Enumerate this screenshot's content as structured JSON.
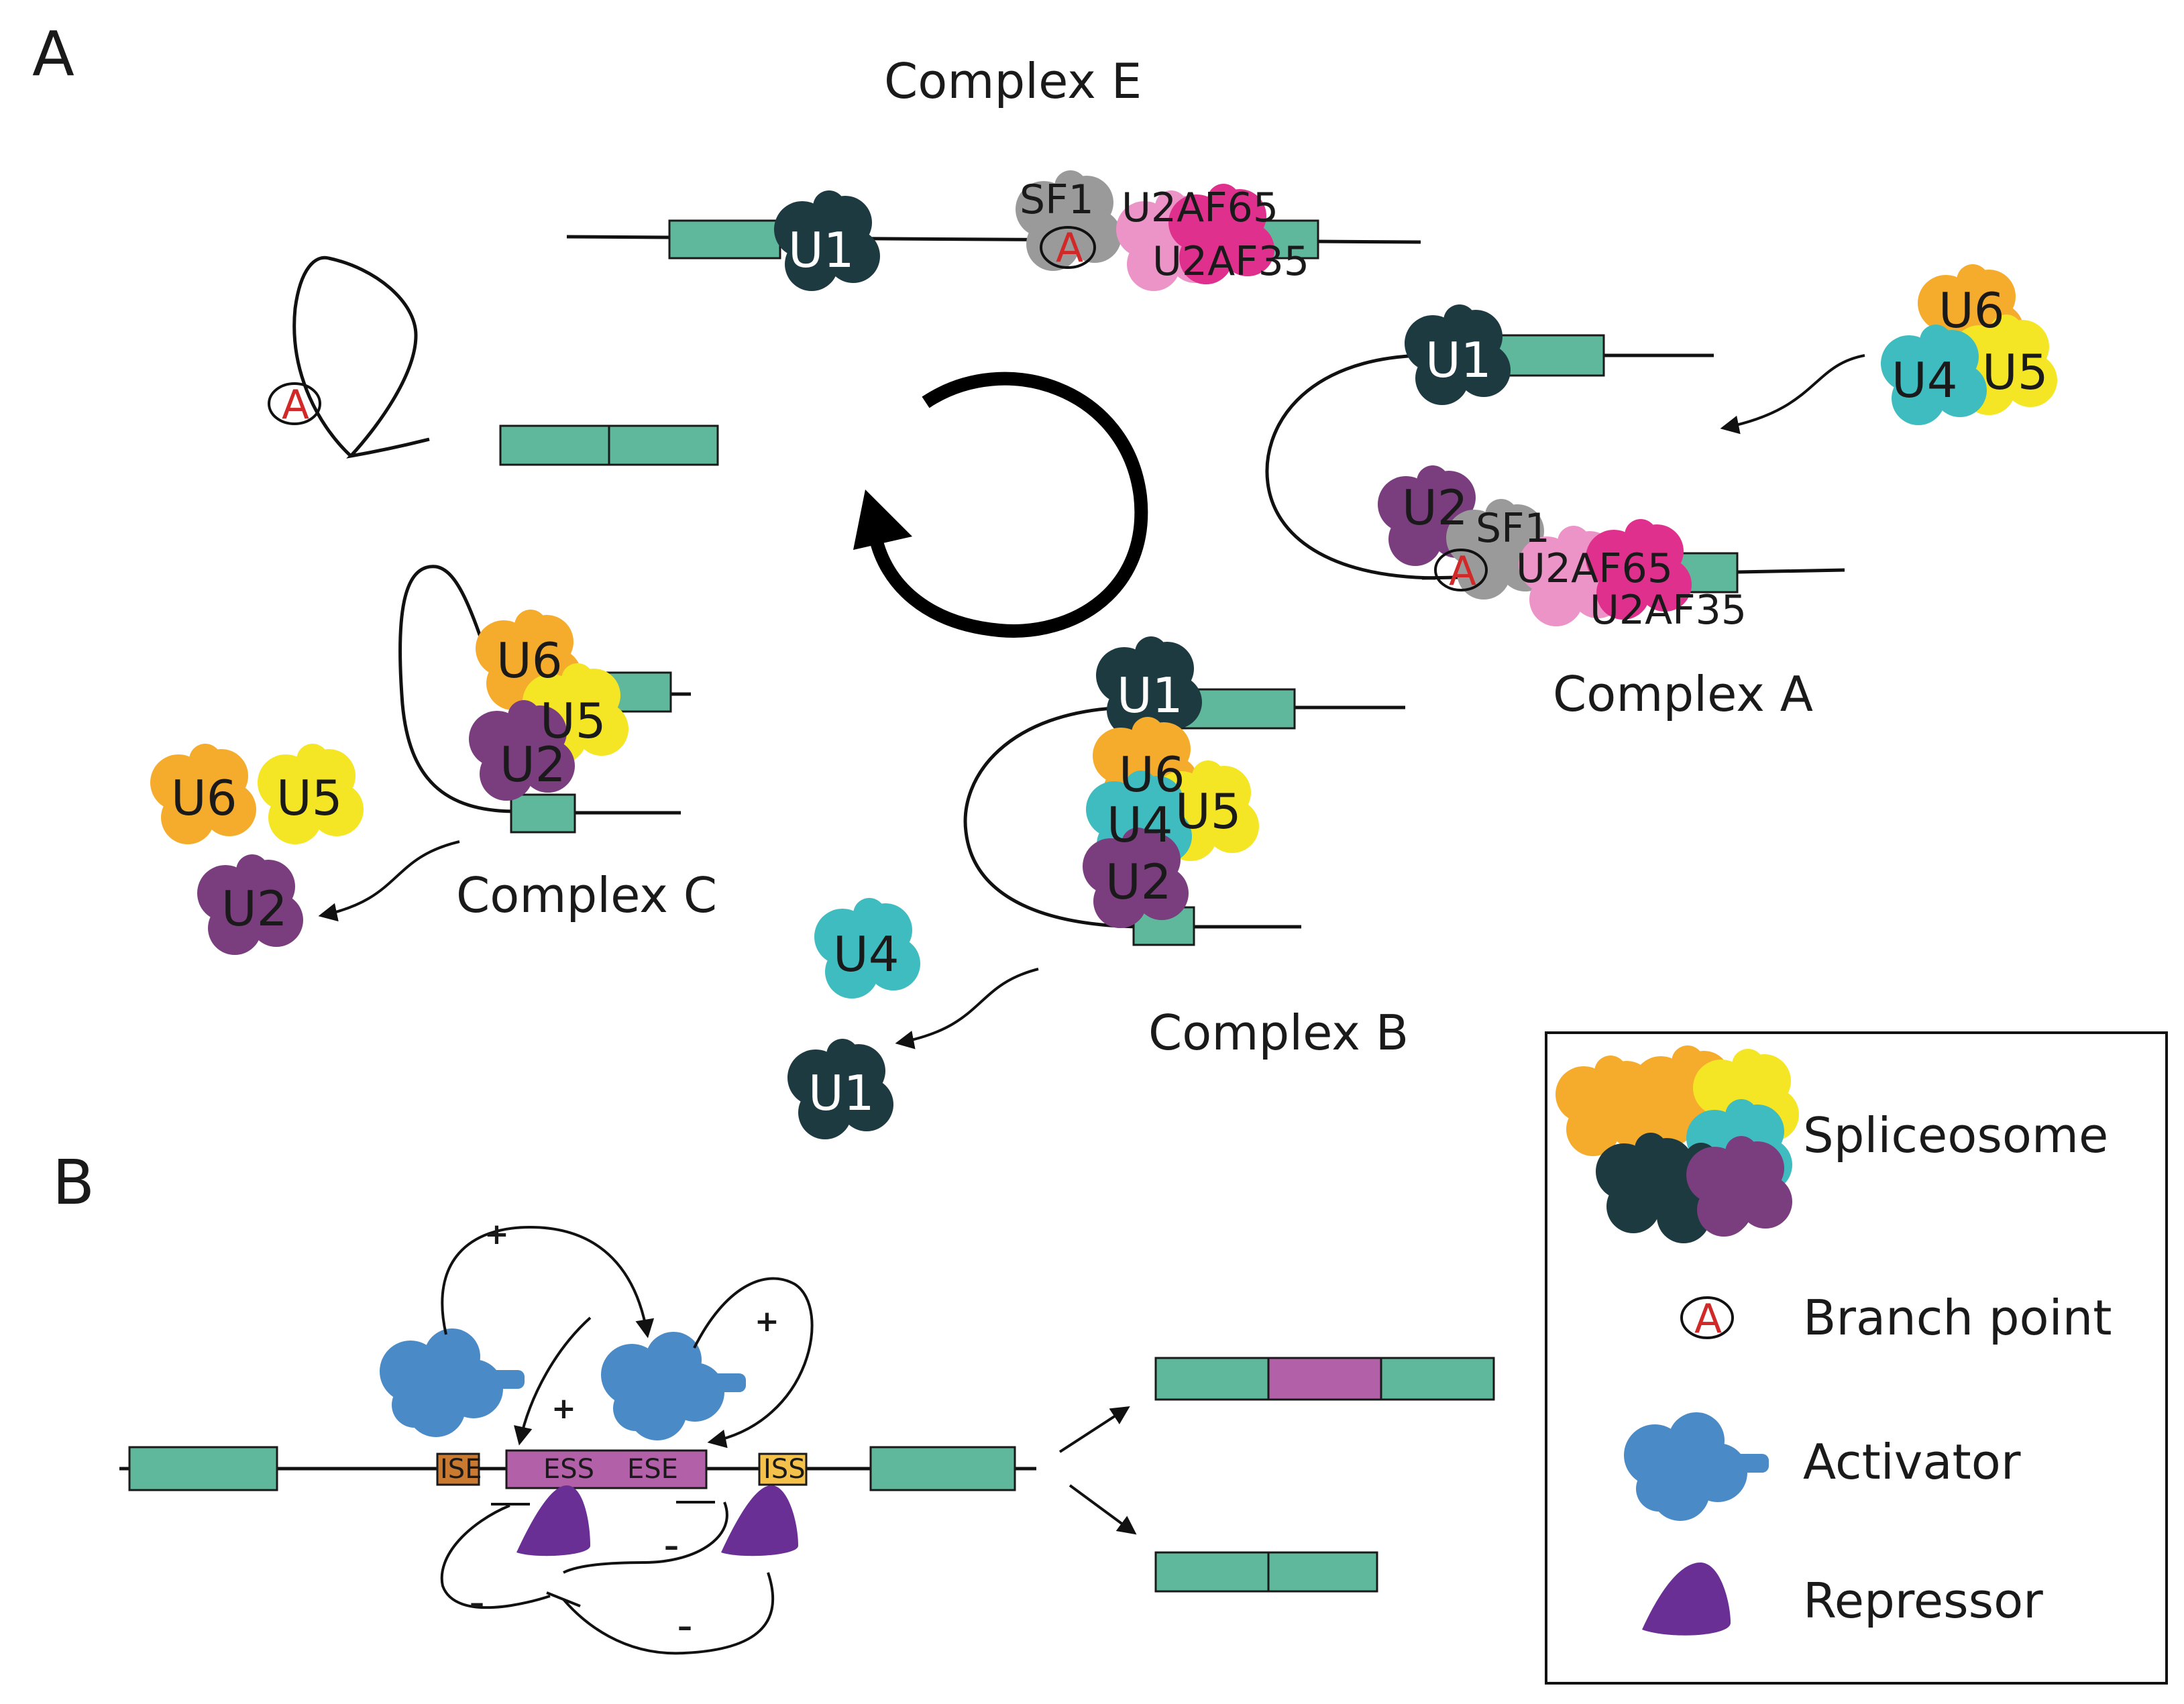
{
  "panels": {
    "a": "A",
    "b": "B"
  },
  "complexes": {
    "e": "Complex E",
    "a": "Complex A",
    "b": "Complex B",
    "c": "Complex C"
  },
  "snrnps": {
    "u1": "U1",
    "u2": "U2",
    "u4": "U4",
    "u5": "U5",
    "u6": "U6",
    "sf1": "SF1",
    "u2af65": "U2AF65",
    "u2af35": "U2AF35"
  },
  "branch_symbol": "A",
  "elements": {
    "ise": "ISE",
    "ess": "ESS",
    "ese": "ESE",
    "iss": "ISS"
  },
  "signs": {
    "plus": "+",
    "minus": "–"
  },
  "legend": {
    "spliceosome": "Spliceosome",
    "branch_point": "Branch point",
    "activator": "Activator",
    "repressor": "Repressor"
  },
  "colors": {
    "exon": "#5fb89b",
    "alt_exon": "#b260a8",
    "u1": "#1d3a40",
    "u2": "#7a3d7e",
    "u4": "#3fbcc0",
    "u5": "#f5e625",
    "u6": "#f5ac2c",
    "sf1": "#9a9a9a",
    "u2af65": "#ec94c7",
    "u2af35": "#e0308e",
    "activator": "#4a8ac6",
    "repressor": "#6a2f95",
    "ise": "#c97a30",
    "iss": "#f4c24a",
    "branch": "#d12828"
  }
}
